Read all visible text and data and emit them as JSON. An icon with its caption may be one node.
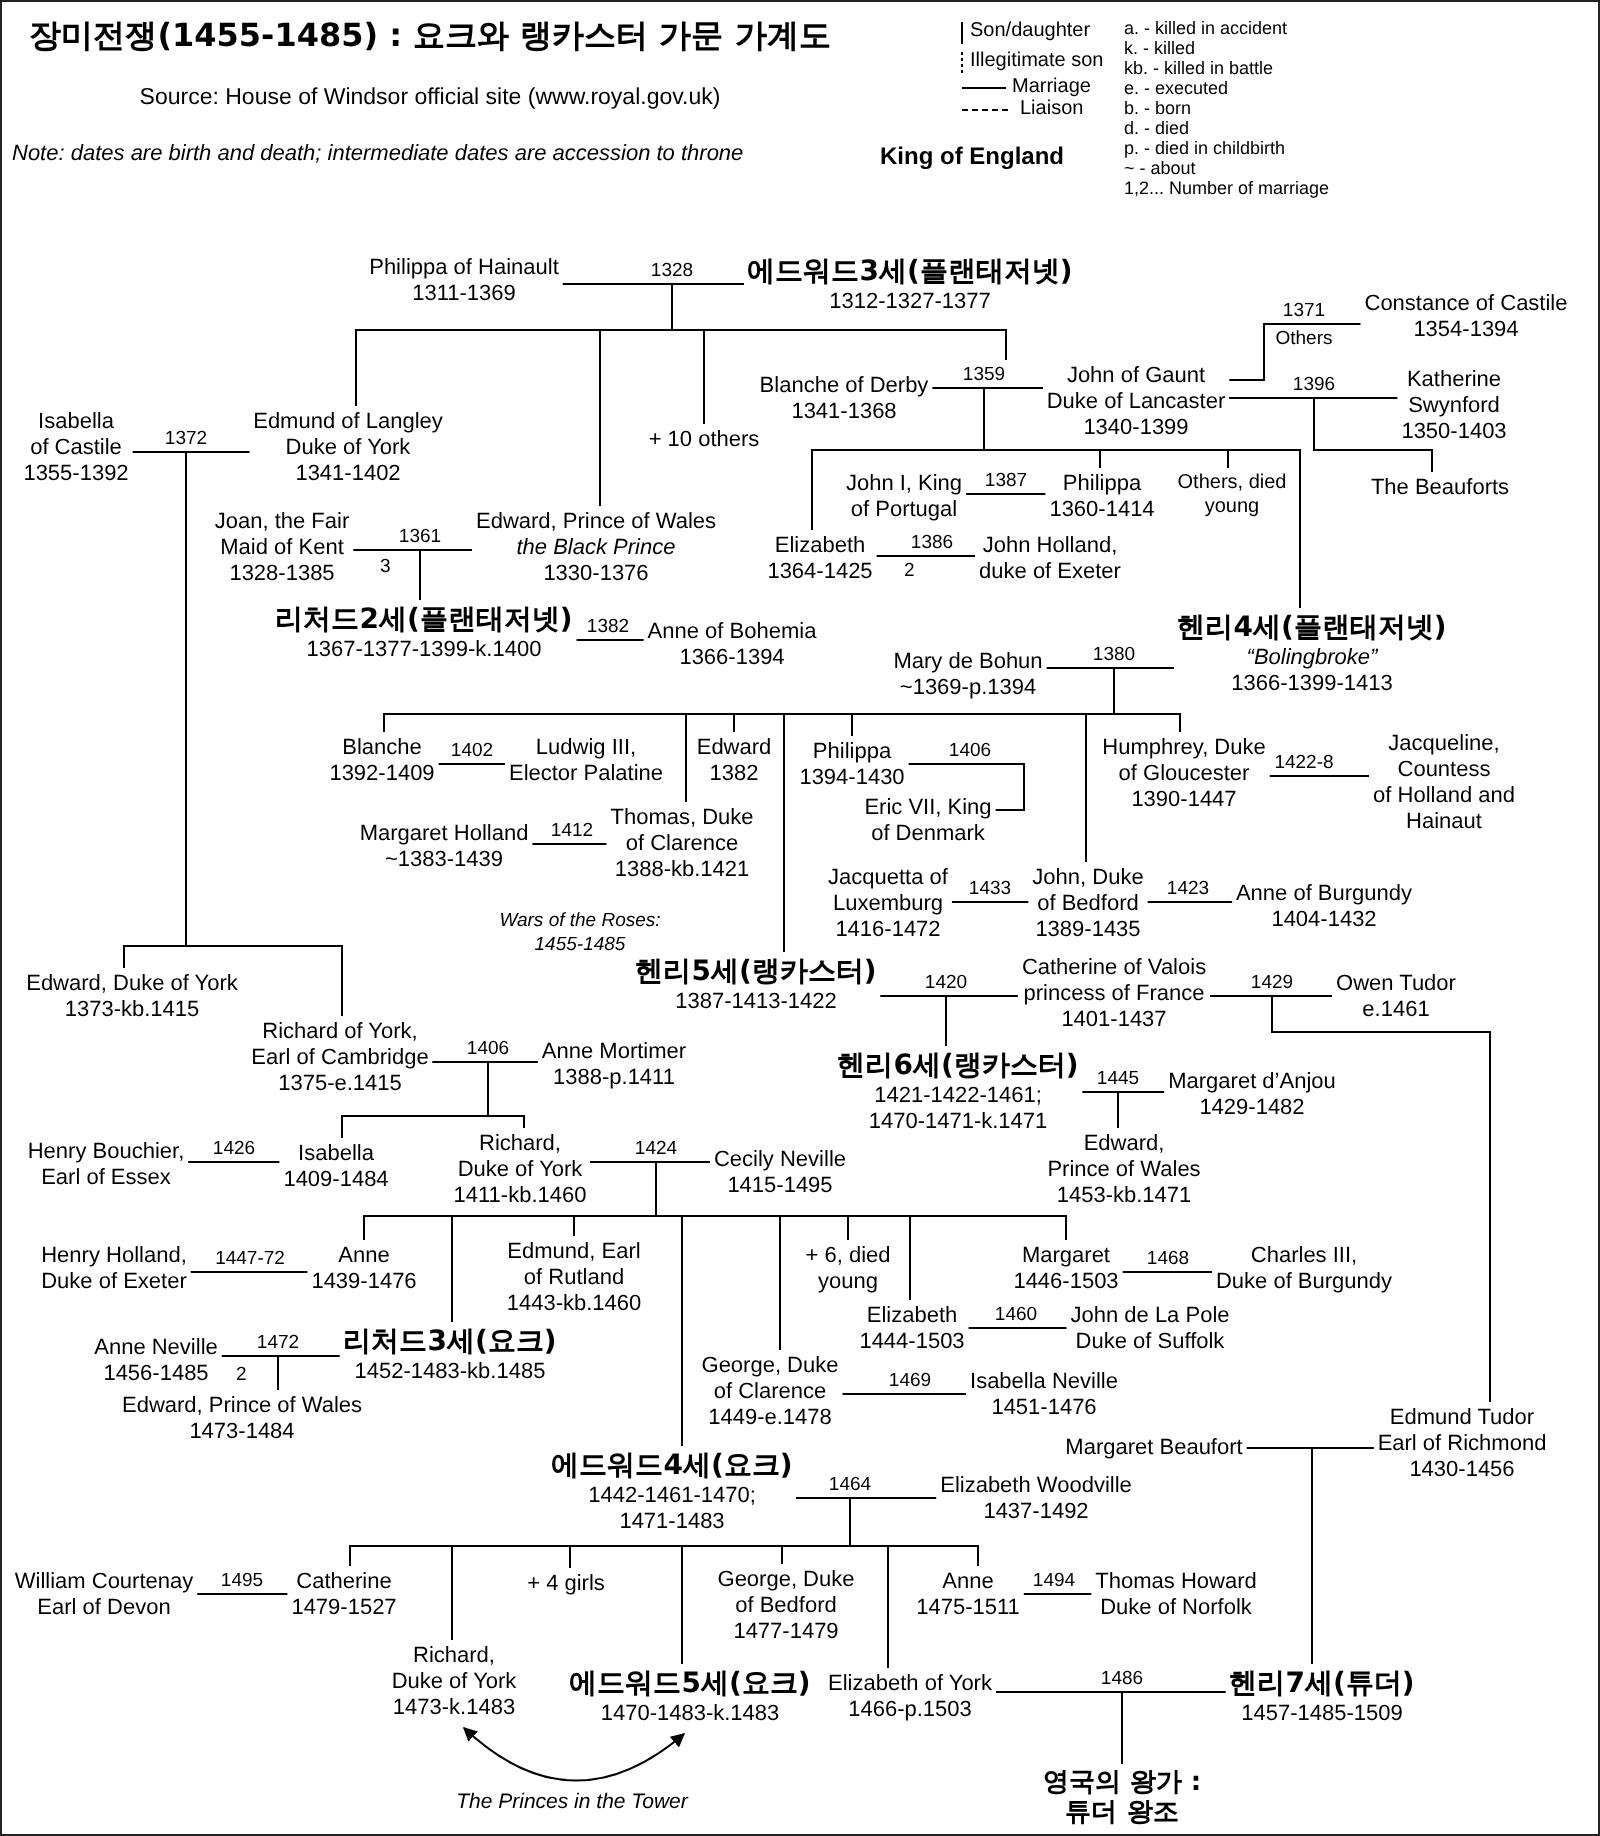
{
  "diagram": {
    "title": "장미전쟁(1455-1485) : 요크와 랭카스터 가문 가계도",
    "nodes": [
      {
        "text": [
          "에드워드3세(플랜태저넷)",
          "1312-1327-1377"
        ]
      },
      {
        "text": [
          "Philippa of Hainault",
          "1311-1369"
        ]
      },
      {
        "text": [
          "Isabella of Castile",
          "1355-1392"
        ]
      },
      {
        "text": [
          "Edmund of Langley Duke of York",
          "1341-1402"
        ]
      },
      {
        "text": [
          "+ 10 others"
        ]
      },
      {
        "text": [
          "Joan, the Fair Maid of Kent",
          "1328-1385"
        ],
        "beside": [
          "3"
        ]
      },
      {
        "text": [
          "Edward, Prince of Wales",
          "the Black Prince",
          "1330-1376"
        ]
      },
      {
        "text": [
          "Blanche of Derby",
          "1341-1368"
        ]
      },
      {
        "text": [
          "John of Gaunt Duke of Lancaster",
          "1340-1399"
        ]
      },
      {
        "text": [
          "Constance of Castile",
          "1354-1394"
        ]
      },
      {
        "text": [
          "Katherine Swynford",
          "1350-1403"
        ]
      },
      {
        "text": [
          "The Beauforts"
        ]
      },
      {
        "text": [
          "John I, King of Portugal"
        ]
      },
      {
        "text": [
          "Philippa",
          "1360-1414"
        ]
      },
      {
        "text": [
          "Others, died young"
        ]
      },
      {
        "text": [
          "Elizabeth",
          "1364-1425"
        ],
        "beside": [
          "2"
        ]
      },
      {
        "text": [
          "John Holland, duke of Exeter"
        ]
      },
      {
        "text": [
          "리처드2세(플랜태저넷)",
          "1367-1377-1399-k.1400"
        ]
      },
      {
        "text": [
          "Anne of Bohemia",
          "1366-1394"
        ]
      },
      {
        "text": [
          "헨리4세(플랜태저넷)",
          "“Bolingbroke”",
          "1366-1399-1413"
        ]
      },
      {
        "text": [
          "Mary de Bohun",
          "~1369-p.1394"
        ]
      },
      {
        "text": [
          "Blanche",
          "1392-1409"
        ]
      },
      {
        "text": [
          "Ludwig III, Elector Palatine"
        ]
      },
      {
        "text": [
          "Edward",
          "1382"
        ]
      },
      {
        "text": [
          "Philippa",
          "1394-1430"
        ]
      },
      {
        "text": [
          "Eric VII, King of Denmark"
        ]
      },
      {
        "text": [
          "Humphrey, Duke of Gloucester",
          "1390-1447"
        ]
      },
      {
        "text": [
          "Jacqueline, Countess of Holland and Hainaut"
        ]
      },
      {
        "text": [
          "Margaret Holland",
          "~1383-1439"
        ]
      },
      {
        "text": [
          "Thomas, Duke of Clarence",
          "1388-kb.1421"
        ]
      },
      {
        "text": [
          "Jacquetta of Luxemburg",
          "1416-1472"
        ]
      },
      {
        "text": [
          "John, Duke of Bedford",
          "1389-1435"
        ]
      },
      {
        "text": [
          "Anne of Burgundy",
          "1404-1432"
        ]
      },
      {
        "text": [
          "헨리5세(랭카스터)",
          "1387-1413-1422"
        ]
      },
      {
        "text": [
          "Catherine of Valois princess of France",
          "1401-1437"
        ]
      },
      {
        "text": [
          "Owen Tudor",
          "e.1461"
        ]
      },
      {
        "text": [
          "헨리6세(랭카스터)",
          "1421-1422-1461; 1470-1471-k.1471"
        ]
      },
      {
        "text": [
          "Margaret d’Anjou",
          "1429-1482"
        ]
      },
      {
        "text": [
          "Edward, Prince of Wales",
          "1453-kb.1471"
        ]
      },
      {
        "text": [
          "Edward, Duke of York",
          "1373-kb.1415"
        ]
      },
      {
        "text": [
          "Richard of York, Earl of Cambridge",
          "1375-e.1415"
        ]
      },
      {
        "text": [
          "Anne Mortimer",
          "1388-p.1411"
        ]
      },
      {
        "text": [
          "Henry Bouchier, Earl of Essex"
        ]
      },
      {
        "text": [
          "Isabella",
          "1409-1484"
        ]
      },
      {
        "text": [
          "Richard, Duke of York",
          "1411-kb.1460"
        ]
      },
      {
        "text": [
          "Cecily Neville",
          "1415-1495"
        ]
      },
      {
        "text": [
          "Henry Holland, Duke of Exeter"
        ]
      },
      {
        "text": [
          "Anne",
          "1439-1476"
        ]
      },
      {
        "text": [
          "Edmund, Earl of Rutland",
          "1443-kb.1460"
        ]
      },
      {
        "text": [
          "+ 6, died young"
        ]
      },
      {
        "text": [
          "Margaret",
          "1446-1503"
        ]
      },
      {
        "text": [
          "Charles III, Duke of Burgundy"
        ]
      },
      {
        "text": [
          "Elizabeth",
          "1444-1503"
        ]
      },
      {
        "text": [
          "John de La Pole Duke of Suffolk"
        ]
      },
      {
        "text": [
          "Anne Neville",
          "1456-1485"
        ],
        "beside": [
          "2"
        ]
      },
      {
        "text": [
          "리처드3세(요크)",
          "1452-1483-kb.1485"
        ]
      },
      {
        "text": [
          "Edward, Prince of Wales",
          "1473-1484"
        ]
      },
      {
        "text": [
          "George, Duke of Clarence",
          "1449-e.1478"
        ]
      },
      {
        "text": [
          "Isabella Neville",
          "1451-1476"
        ]
      },
      {
        "text": [
          "에드워드4세(요크)",
          "1442-1461-1470; 1471-1483"
        ]
      },
      {
        "text": [
          "Elizabeth Woodville",
          "1437-1492"
        ]
      },
      {
        "text": [
          "Edmund Tudor Earl of Richmond",
          "1430-1456"
        ]
      },
      {
        "text": [
          "Margaret Beaufort"
        ]
      },
      {
        "text": [
          "William Courtenay Earl of Devon"
        ]
      },
      {
        "text": [
          "Catherine",
          "1479-1527"
        ]
      },
      {
        "text": [
          "+ 4 girls"
        ]
      },
      {
        "text": [
          "George, Duke of Bedford",
          "1477-1479"
        ]
      },
      {
        "text": [
          "Anne",
          "1475-1511"
        ]
      },
      {
        "text": [
          "Thomas Howard Duke of Norfolk"
        ]
      },
      {
        "text": [
          "Richard, Duke of York",
          "1473-k.1483"
        ]
      },
      {
        "text": [
          "에드워드5세(요크)",
          "1470-1483-k.1483"
        ]
      },
      {
        "text": [
          "Elizabeth of York",
          "1466-p.1503"
        ]
      },
      {
        "text": [
          "헨리7세(튜더)",
          "1457-1485-1509"
        ]
      },
      {
        "text": [
          "영국의 왕가 : 튜더 왕조"
        ]
      }
    ],
    "edges": [
      {
        "from": 1,
        "to": 0,
        "arrow": "none",
        "label": "1328"
      },
      {
        "from": 2,
        "to": 3,
        "arrow": "none",
        "label": "1372"
      },
      {
        "from": 5,
        "to": 6,
        "arrow": "none",
        "label": "1361"
      },
      {
        "from": 7,
        "to": 8,
        "arrow": "none",
        "label": "1359"
      },
      {
        "from": 8,
        "to": 9,
        "arrow": "none",
        "label": "1371"
      },
      {
        "from": 8,
        "to": 10,
        "arrow": "none",
        "label": "1396"
      },
      {
        "from": 12,
        "to": 13,
        "arrow": "none",
        "label": "1387"
      },
      {
        "from": 15,
        "to": 16,
        "arrow": "none",
        "label": "1386"
      },
      {
        "from": 17,
        "to": 18,
        "arrow": "none",
        "label": "1382"
      },
      {
        "from": 20,
        "to": 19,
        "arrow": "none",
        "label": "1380"
      },
      {
        "from": 21,
        "to": 22,
        "arrow": "none",
        "label": "1402"
      },
      {
        "from": 24,
        "to": 25,
        "arrow": "none",
        "label": "1406"
      },
      {
        "from": 26,
        "to": 27,
        "arrow": "none",
        "label": "1422-8"
      },
      {
        "from": 28,
        "to": 29,
        "arrow": "none",
        "label": "1412"
      },
      {
        "from": 30,
        "to": 31,
        "arrow": "none",
        "label": "1433"
      },
      {
        "from": 31,
        "to": 32,
        "arrow": "none",
        "label": "1423"
      },
      {
        "from": 33,
        "to": 34,
        "arrow": "none",
        "label": "1420"
      },
      {
        "from": 34,
        "to": 35,
        "arrow": "none",
        "label": "1429"
      },
      {
        "from": 36,
        "to": 37,
        "arrow": "none",
        "label": "1445"
      },
      {
        "from": 40,
        "to": 41,
        "arrow": "none",
        "label": "1406"
      },
      {
        "from": 42,
        "to": 43,
        "arrow": "none",
        "label": "1426"
      },
      {
        "from": 44,
        "to": 45,
        "arrow": "none",
        "label": "1424"
      },
      {
        "from": 46,
        "to": 47,
        "arrow": "none",
        "label": "1447-72"
      },
      {
        "from": 50,
        "to": 51,
        "arrow": "none",
        "label": "1468"
      },
      {
        "from": 52,
        "to": 53,
        "arrow": "none",
        "label": "1460"
      },
      {
        "from": 54,
        "to": 55,
        "arrow": "none",
        "label": "1472"
      },
      {
        "from": 57,
        "to": 58,
        "arrow": "none",
        "label": "1469"
      },
      {
        "from": 59,
        "to": 60,
        "arrow": "none",
        "label": "1464"
      },
      {
        "from": 62,
        "to": 61,
        "arrow": "none"
      },
      {
        "from": 63,
        "to": 64,
        "arrow": "none",
        "label": "1495"
      },
      {
        "from": 67,
        "to": 68,
        "arrow": "none",
        "label": "1494"
      },
      {
        "from": 71,
        "to": 72,
        "arrow": "none",
        "label": "1486"
      },
      {
        "from": 69,
        "to": 70,
        "arrow": "both",
        "label": "The Princes in the Tower"
      },
      {
        "from": 0,
        "to": 3,
        "arrow": "none"
      },
      {
        "from": 0,
        "to": 6,
        "arrow": "none"
      },
      {
        "from": 0,
        "to": 4,
        "arrow": "none"
      },
      {
        "from": 0,
        "to": 8,
        "arrow": "none"
      },
      {
        "from": 3,
        "to": 39,
        "arrow": "none"
      },
      {
        "from": 3,
        "to": 40,
        "arrow": "none"
      },
      {
        "from": 6,
        "to": 17,
        "arrow": "none"
      },
      {
        "from": 8,
        "to": 15,
        "arrow": "none"
      },
      {
        "from": 8,
        "to": 13,
        "arrow": "none"
      },
      {
        "from": 8,
        "to": 14,
        "arrow": "none"
      },
      {
        "from": 8,
        "to": 19,
        "arrow": "none"
      },
      {
        "from": 8,
        "to": 11,
        "arrow": "none"
      },
      {
        "from": 19,
        "to": 21,
        "arrow": "none"
      },
      {
        "from": 19,
        "to": 29,
        "arrow": "none"
      },
      {
        "from": 19,
        "to": 23,
        "arrow": "none"
      },
      {
        "from": 19,
        "to": 33,
        "arrow": "none"
      },
      {
        "from": 19,
        "to": 24,
        "arrow": "none"
      },
      {
        "from": 19,
        "to": 31,
        "arrow": "none"
      },
      {
        "from": 19,
        "to": 26,
        "arrow": "none"
      },
      {
        "from": 33,
        "to": 36,
        "arrow": "none"
      },
      {
        "from": 34,
        "to": 61,
        "arrow": "none"
      },
      {
        "from": 36,
        "to": 38,
        "arrow": "none"
      },
      {
        "from": 40,
        "to": 43,
        "arrow": "none"
      },
      {
        "from": 40,
        "to": 44,
        "arrow": "none"
      },
      {
        "from": 44,
        "to": 47,
        "arrow": "none"
      },
      {
        "from": 44,
        "to": 55,
        "arrow": "none"
      },
      {
        "from": 44,
        "to": 48,
        "arrow": "none"
      },
      {
        "from": 44,
        "to": 59,
        "arrow": "none"
      },
      {
        "from": 44,
        "to": 57,
        "arrow": "none"
      },
      {
        "from": 44,
        "to": 49,
        "arrow": "none"
      },
      {
        "from": 44,
        "to": 52,
        "arrow": "none"
      },
      {
        "from": 44,
        "to": 50,
        "arrow": "none"
      },
      {
        "from": 55,
        "to": 56,
        "arrow": "none"
      },
      {
        "from": 59,
        "to": 64,
        "arrow": "none"
      },
      {
        "from": 59,
        "to": 69,
        "arrow": "none"
      },
      {
        "from": 59,
        "to": 65,
        "arrow": "none"
      },
      {
        "from": 59,
        "to": 70,
        "arrow": "none"
      },
      {
        "from": 59,
        "to": 66,
        "arrow": "none"
      },
      {
        "from": 59,
        "to": 71,
        "arrow": "none"
      },
      {
        "from": 59,
        "to": 67,
        "arrow": "none"
      },
      {
        "from": 61,
        "to": 72,
        "arrow": "none"
      },
      {
        "from": 72,
        "to": 73,
        "arrow": "none"
      }
    ],
    "labels": [
      "Source: House of Windsor official site (www.royal.gov.uk)",
      "Note: dates are birth and death; intermediate dates are accession to throne",
      "King of England",
      "a. - killed in accident",
      "k. - killed",
      "kb. - killed in battle",
      "e. - executed",
      "b. - born",
      "d. - died",
      "p. - died in childbirth",
      "~ - about",
      "1,2... Number of marriage",
      "Others",
      "Wars of the Roses: 1455-1485"
    ],
    "legend": [
      {
        "text": "Son/daughter"
      },
      {
        "text": "Illegitimate son"
      },
      {
        "text": "Marriage"
      },
      {
        "text": "Liaison"
      }
    ]
  }
}
